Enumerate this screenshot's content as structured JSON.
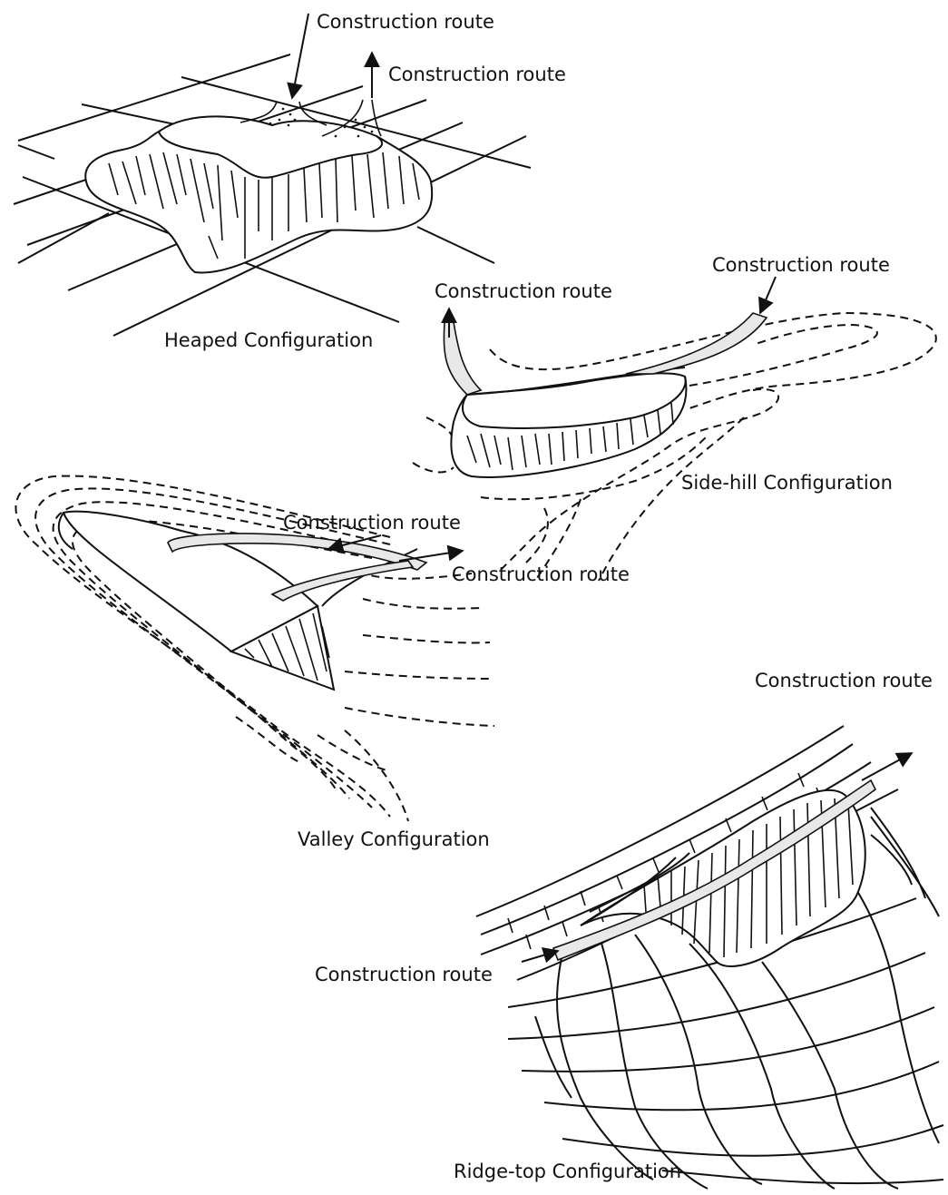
{
  "labels": {
    "route": "Construction route",
    "heaped": "Heaped Configuration",
    "sidehill": "Side-hill Configuration",
    "valley": "Valley Configuration",
    "ridgetop": "Ridge-top Configuration"
  }
}
